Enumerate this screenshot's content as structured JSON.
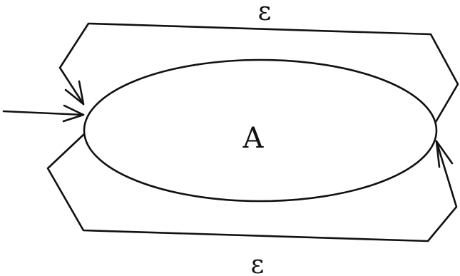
{
  "diagram": {
    "state_label": "A",
    "top_loop_label": "ε",
    "bottom_loop_label": "ε",
    "stroke_color": "#111111",
    "background_color": "#ffffff"
  }
}
